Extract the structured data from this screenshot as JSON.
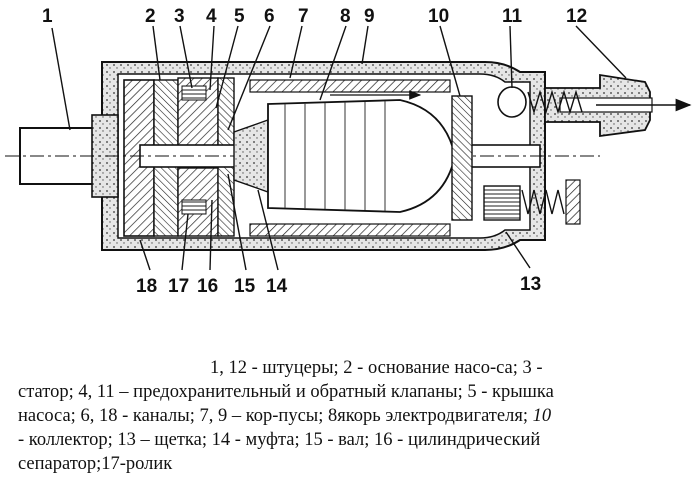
{
  "labels_top": [
    "1",
    "2",
    "3",
    "4",
    "5",
    "6",
    "7",
    "8",
    "9",
    "10",
    "11",
    "12"
  ],
  "labels_bottom": [
    "18",
    "17",
    "16",
    "15",
    "14",
    "13"
  ],
  "caption": {
    "line1": "1, 12 - штуцеры; 2 - основание насо-са; 3 -",
    "line2": "статор; 4, 11 – предохранительный и обратный клапаны; 5 - крышка",
    "line3": "насоса; 6, 18 - каналы; 7, 9 – кор-пусы; 8якорь электродвигателя; ",
    "line3_italic": "10",
    "line4": "- коллектор; 13 – щетка; 14 - муфта; 15 - вал; 16 - цилиндрический",
    "line5": "сепаратор;17-ролик"
  }
}
